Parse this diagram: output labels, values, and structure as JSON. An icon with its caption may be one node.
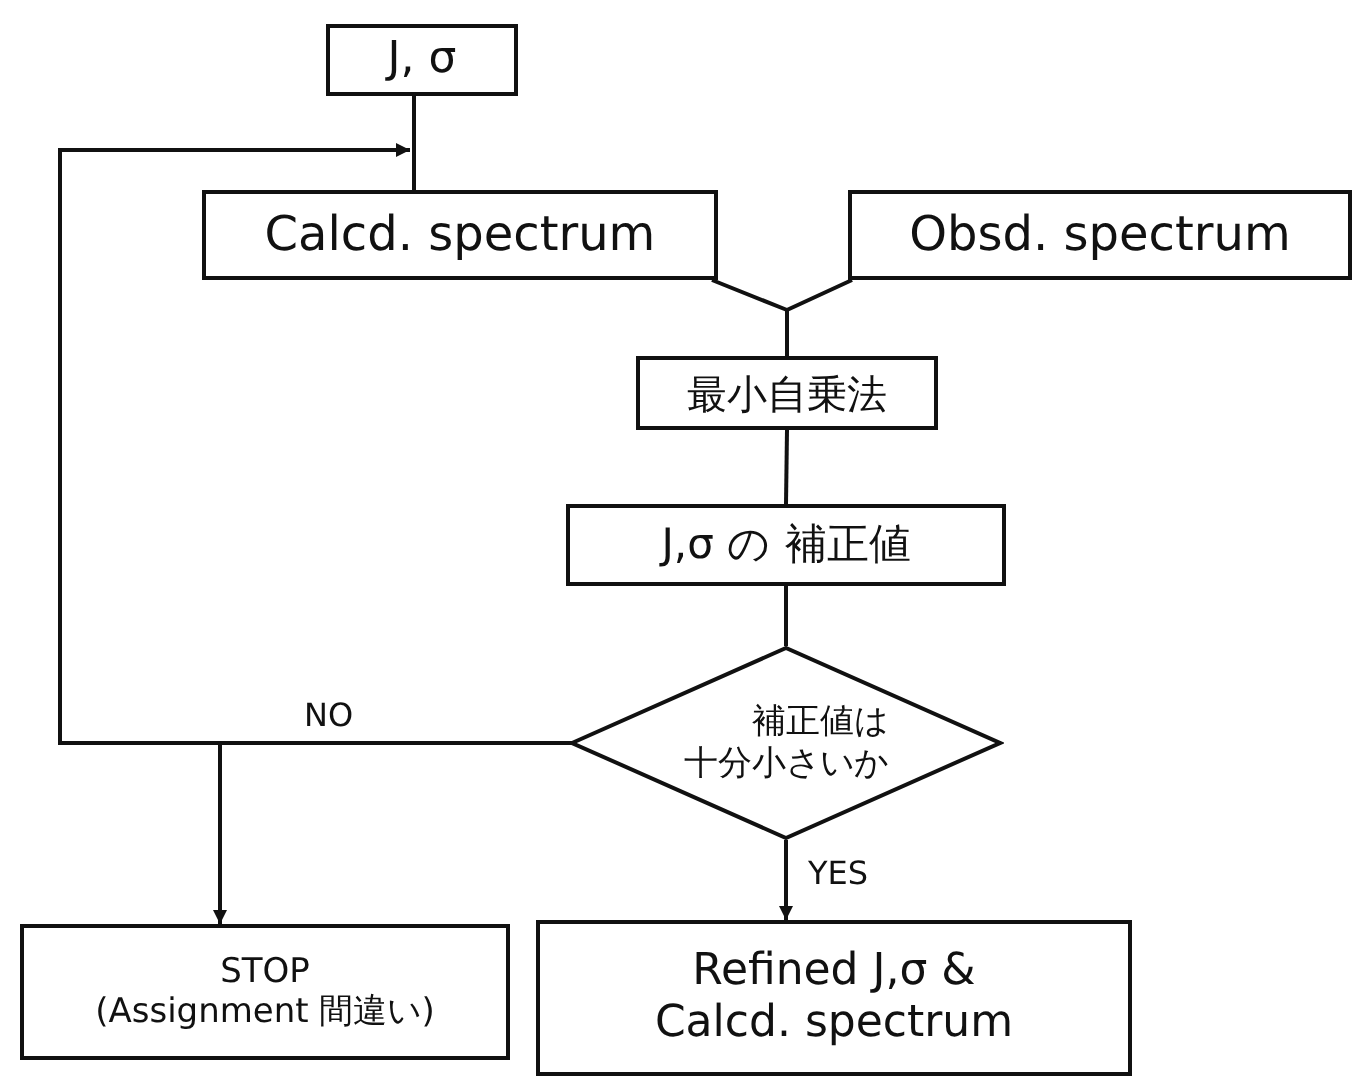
{
  "diagram": {
    "nodes": [
      {
        "text": [
          "J, σ"
        ]
      },
      {
        "text": [
          "Calcd. spectrum"
        ]
      },
      {
        "text": [
          "Obsd. spectrum"
        ]
      },
      {
        "text": [
          "最小自乗法"
        ]
      },
      {
        "text": [
          "J,σ の 補正値"
        ]
      },
      {
        "text": [
          "補正値は十分小さいか"
        ]
      },
      {
        "text": [
          "STOP",
          "(Assignment 間違い)"
        ]
      },
      {
        "text": [
          "Refined J,σ & Calcd. spectrum"
        ]
      }
    ],
    "edges": [
      {
        "from": 0,
        "to": 1,
        "arrow": "none"
      },
      {
        "from": 1,
        "to": 3,
        "arrow": "none"
      },
      {
        "from": 2,
        "to": 3,
        "arrow": "none"
      },
      {
        "from": 3,
        "to": 4,
        "arrow": "none"
      },
      {
        "from": 4,
        "to": 5,
        "arrow": "none"
      },
      {
        "from": 5,
        "to": 6,
        "arrow": "to",
        "label": "NO"
      },
      {
        "from": 5,
        "to": 1,
        "arrow": "to"
      },
      {
        "from": 5,
        "to": 7,
        "arrow": "to",
        "label": "YES"
      }
    ]
  }
}
